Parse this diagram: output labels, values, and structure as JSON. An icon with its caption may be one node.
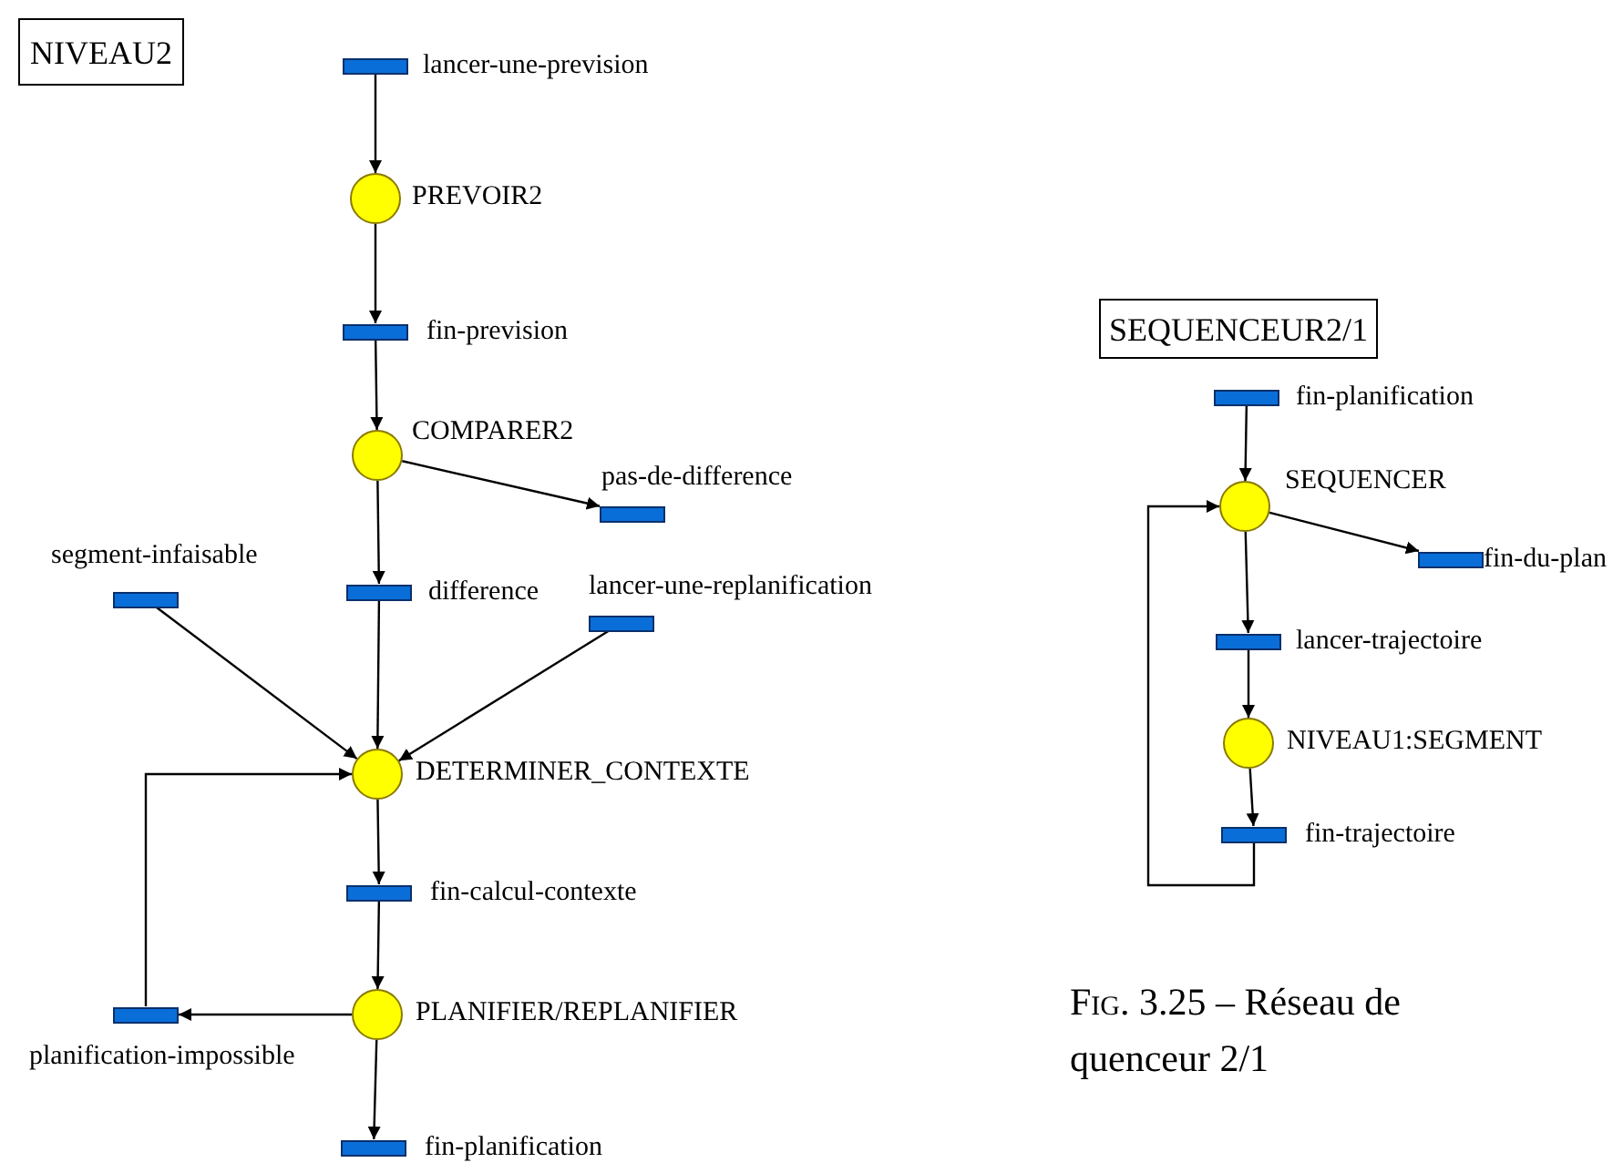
{
  "diagram": {
    "caption": "Fig. 3.25 – Réseau de quenceur 2/1",
    "nodes": [
      {
        "text": [
          "NIVEAU2"
        ]
      },
      {
        "text": [],
        "shape": "bar",
        "beside": [
          "lancer-une-prevision"
        ]
      },
      {
        "text": [],
        "shape": "circle",
        "beside": [
          "PREVOIR2"
        ]
      },
      {
        "text": [],
        "shape": "bar",
        "beside": [
          "fin-prevision"
        ]
      },
      {
        "text": [],
        "shape": "circle",
        "beside": [
          "COMPARER2"
        ]
      },
      {
        "text": [],
        "shape": "bar",
        "beside": [
          "pas-de-difference"
        ]
      },
      {
        "text": [],
        "shape": "bar",
        "beside": [
          "segment-infaisable"
        ]
      },
      {
        "text": [],
        "shape": "bar",
        "beside": [
          "difference"
        ]
      },
      {
        "text": [],
        "shape": "bar",
        "beside": [
          "lancer-une-replanification"
        ]
      },
      {
        "text": [],
        "shape": "circle",
        "beside": [
          "DETERMINER_CONTEXTE"
        ]
      },
      {
        "text": [],
        "shape": "bar",
        "beside": [
          "fin-calcul-contexte"
        ]
      },
      {
        "text": [],
        "shape": "circle",
        "beside": [
          "PLANIFIER/REPLANIFIER"
        ]
      },
      {
        "text": [],
        "shape": "bar",
        "beside": [
          "planification-impossible"
        ]
      },
      {
        "text": [],
        "shape": "bar",
        "beside": [
          "fin-planification"
        ]
      },
      {
        "text": [
          "SEQUENCEUR2/1"
        ]
      },
      {
        "text": [],
        "shape": "bar",
        "beside": [
          "fin-planification"
        ]
      },
      {
        "text": [],
        "shape": "circle",
        "beside": [
          "SEQUENCER"
        ]
      },
      {
        "text": [],
        "shape": "bar",
        "beside": [
          "fin-du-plan"
        ]
      },
      {
        "text": [],
        "shape": "bar",
        "beside": [
          "lancer-trajectoire"
        ]
      },
      {
        "text": [],
        "shape": "circle",
        "beside": [
          "NIVEAU1:SEGMENT"
        ]
      },
      {
        "text": [],
        "shape": "bar",
        "beside": [
          "fin-trajectoire"
        ]
      }
    ],
    "edges": [
      {
        "from": 1,
        "to": 2,
        "arrow": "to"
      },
      {
        "from": 2,
        "to": 3,
        "arrow": "to"
      },
      {
        "from": 3,
        "to": 4,
        "arrow": "to"
      },
      {
        "from": 4,
        "to": 5,
        "arrow": "to"
      },
      {
        "from": 4,
        "to": 7,
        "arrow": "to"
      },
      {
        "from": 6,
        "to": 9,
        "arrow": "to"
      },
      {
        "from": 7,
        "to": 9,
        "arrow": "to"
      },
      {
        "from": 8,
        "to": 9,
        "arrow": "to"
      },
      {
        "from": 9,
        "to": 10,
        "arrow": "to"
      },
      {
        "from": 10,
        "to": 11,
        "arrow": "to"
      },
      {
        "from": 11,
        "to": 12,
        "arrow": "to"
      },
      {
        "from": 12,
        "to": 9,
        "arrow": "to"
      },
      {
        "from": 11,
        "to": 13,
        "arrow": "to"
      },
      {
        "from": 15,
        "to": 16,
        "arrow": "to"
      },
      {
        "from": 16,
        "to": 17,
        "arrow": "to"
      },
      {
        "from": 16,
        "to": 18,
        "arrow": "to"
      },
      {
        "from": 18,
        "to": 19,
        "arrow": "to"
      },
      {
        "from": 19,
        "to": 20,
        "arrow": "to"
      },
      {
        "from": 20,
        "to": 16,
        "arrow": "to"
      }
    ]
  }
}
